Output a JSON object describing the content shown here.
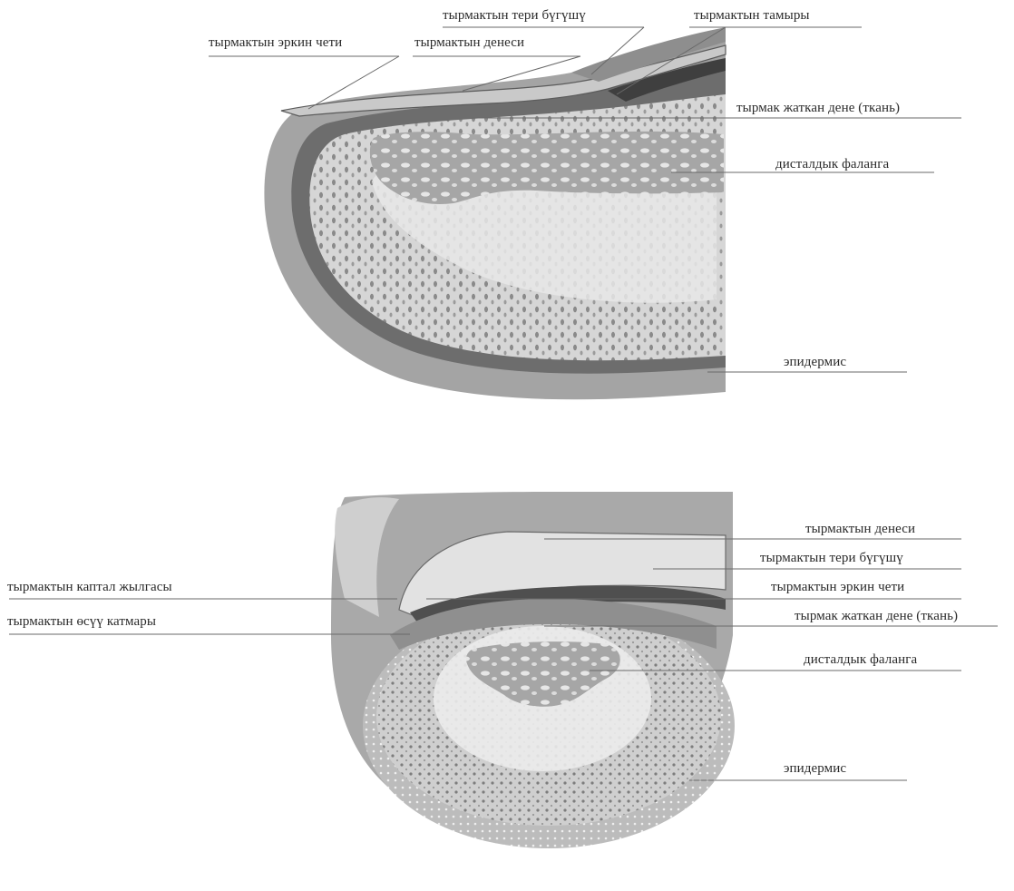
{
  "figure_top": {
    "labels": {
      "free_edge": "тырмактын эркин чети",
      "body": "тырмактын денеси",
      "skin_fold": "тырмактын тери бүгүшү",
      "root": "тырмактын тамыры",
      "nail_bed": "тырмак жаткан дене (ткань)",
      "distal_phalanx": "дисталдык фаланга",
      "epidermis": "эпидермис"
    }
  },
  "figure_bottom": {
    "labels": {
      "body": "тырмактын денеси",
      "skin_fold": "тырмактын тери бүгүшү",
      "lateral_groove": "тырмактын каптал жылгасы",
      "free_edge": "тырмактын эркин чети",
      "growth_layer": "тырмактын өсүү катмары",
      "nail_bed": "тырмак жаткан дене (ткань)",
      "distal_phalanx": "дисталдык фаланга",
      "epidermis": "эпидермис"
    }
  },
  "colors": {
    "skin_outer": "#9a9a9a",
    "skin_mid": "#bdbdbd",
    "tissue": "#d9d9d9",
    "bone": "#a8a8a8",
    "dark_layer": "#555555",
    "leader_line": "#6a6a6a"
  }
}
